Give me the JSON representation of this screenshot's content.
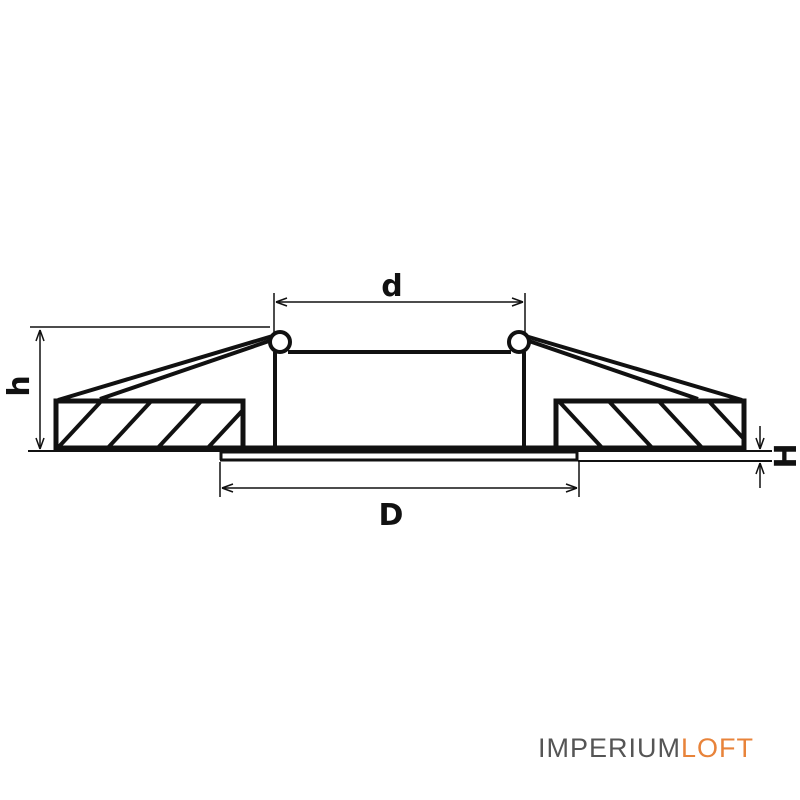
{
  "diagram": {
    "labels": {
      "inner_diameter": "d",
      "outer_diameter": "D",
      "height": "h",
      "flange_height": "H"
    }
  },
  "watermark": {
    "part1": "IMPERIUM",
    "part2": "LOFT",
    "color1": "#555555",
    "color2": "#E8833A"
  },
  "colors": {
    "line": "#111111",
    "background": "#ffffff"
  }
}
